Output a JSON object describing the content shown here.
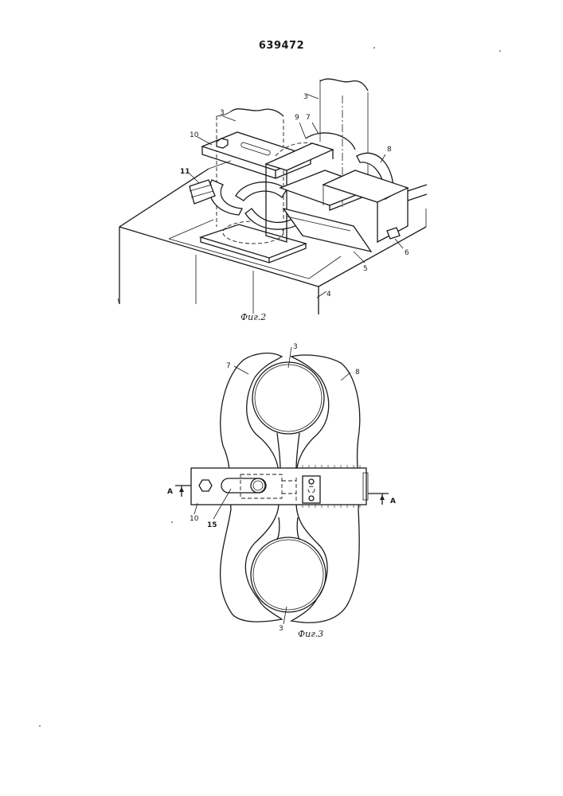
{
  "document": {
    "patent_number": "639472"
  },
  "figure2": {
    "caption": "Фиг.2",
    "labels": {
      "pipe_left": "3",
      "pipe_right": "3",
      "clamp_bar": "10",
      "wedge_left": "11",
      "slider": "9",
      "jaw_left": "7",
      "jaw_right": "8",
      "base_wedge": "5",
      "support": "6",
      "table": "4"
    }
  },
  "figure3": {
    "caption": "Фиг.3",
    "labels": {
      "pipe_top": "3",
      "pipe_bottom": "3",
      "jaw_left": "7",
      "jaw_right": "8",
      "section_left": "А",
      "section_right": "А",
      "bar": "10",
      "slot": "15"
    }
  },
  "colors": {
    "ink": "#1a1a1a",
    "paper": "#ffffff"
  }
}
